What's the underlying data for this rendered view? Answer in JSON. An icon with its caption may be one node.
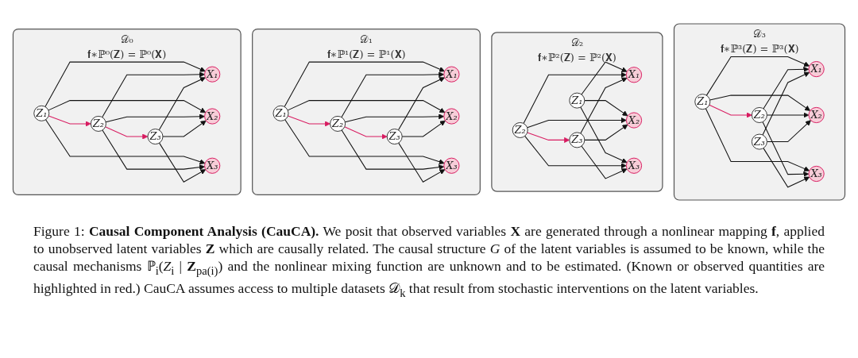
{
  "diagram": {
    "caption": "Figure 1: **Causal Component Analysis (CauCA).** We posit that observed variables **X** are generated through a nonlinear mapping **f**, applied to unobserved latent variables **Z** which are causally related. The causal structure *G* of the latent variables is assumed to be known, while the causal mechanisms ℙ$_{i}$(*Z*$_{i}$ | **Z**$_{pa(i)}$) and the nonlinear mixing function are unknown and to be estimated. (Known or observed quantities are highlighted in red.) CauCA assumes access to multiple datasets 𝒟$_{k}$ that result from stochastic interventions on the latent variables.",
    "nodes": [
      {
        "text": [
          "𝒟₀",
          "𝐟∗ℙ⁰(𝐙) = ℙ⁰(𝐗)"
        ]
      },
      {
        "text": [
          "Z₁"
        ],
        "in": 0
      },
      {
        "text": [
          "Z₂"
        ],
        "in": 0
      },
      {
        "text": [
          "Z₃"
        ],
        "in": 0
      },
      {
        "text": [
          "X₁"
        ],
        "in": 0
      },
      {
        "text": [
          "X₂"
        ],
        "in": 0
      },
      {
        "text": [
          "X₃"
        ],
        "in": 0
      },
      {
        "text": [
          "𝒟₁",
          "𝐟∗ℙ¹(𝐙) = ℙ¹(𝐗)"
        ]
      },
      {
        "text": [
          "Z₁"
        ],
        "in": 7
      },
      {
        "text": [
          "Z₂"
        ],
        "in": 7
      },
      {
        "text": [
          "Z₃"
        ],
        "in": 7
      },
      {
        "text": [
          "X₁"
        ],
        "in": 7
      },
      {
        "text": [
          "X₂"
        ],
        "in": 7
      },
      {
        "text": [
          "X₃"
        ],
        "in": 7
      },
      {
        "text": [
          "𝒟₂",
          "𝐟∗ℙ²(𝐙) = ℙ²(𝐗)"
        ]
      },
      {
        "text": [
          "Z₁"
        ],
        "in": 14
      },
      {
        "text": [
          "Z₂"
        ],
        "in": 14
      },
      {
        "text": [
          "Z₃"
        ],
        "in": 14
      },
      {
        "text": [
          "X₁"
        ],
        "in": 14
      },
      {
        "text": [
          "X₂"
        ],
        "in": 14
      },
      {
        "text": [
          "X₃"
        ],
        "in": 14
      },
      {
        "text": [
          "𝒟₃",
          "𝐟∗ℙ³(𝐙) = ℙ³(𝐗)"
        ]
      },
      {
        "text": [
          "Z₁"
        ],
        "in": 21
      },
      {
        "text": [
          "Z₂"
        ],
        "in": 21
      },
      {
        "text": [
          "Z₃"
        ],
        "in": 21
      },
      {
        "text": [
          "X₁"
        ],
        "in": 21
      },
      {
        "text": [
          "X₂"
        ],
        "in": 21
      },
      {
        "text": [
          "X₃"
        ],
        "in": 21
      }
    ],
    "edges": [
      {
        "from": 1,
        "to": 2,
        "arrow": "to",
        "color": "#d81b60"
      },
      {
        "from": 2,
        "to": 3,
        "arrow": "to",
        "color": "#d81b60"
      },
      {
        "from": 1,
        "to": 4,
        "arrow": "to"
      },
      {
        "from": 1,
        "to": 5,
        "arrow": "to"
      },
      {
        "from": 1,
        "to": 6,
        "arrow": "to"
      },
      {
        "from": 2,
        "to": 4,
        "arrow": "to"
      },
      {
        "from": 2,
        "to": 5,
        "arrow": "to"
      },
      {
        "from": 2,
        "to": 6,
        "arrow": "to"
      },
      {
        "from": 3,
        "to": 4,
        "arrow": "to"
      },
      {
        "from": 3,
        "to": 5,
        "arrow": "to"
      },
      {
        "from": 3,
        "to": 6,
        "arrow": "to"
      },
      {
        "from": 8,
        "to": 9,
        "arrow": "to",
        "color": "#d81b60"
      },
      {
        "from": 9,
        "to": 10,
        "arrow": "to",
        "color": "#d81b60"
      },
      {
        "from": 8,
        "to": 11,
        "arrow": "to"
      },
      {
        "from": 8,
        "to": 12,
        "arrow": "to"
      },
      {
        "from": 8,
        "to": 13,
        "arrow": "to"
      },
      {
        "from": 9,
        "to": 11,
        "arrow": "to"
      },
      {
        "from": 9,
        "to": 12,
        "arrow": "to"
      },
      {
        "from": 9,
        "to": 13,
        "arrow": "to"
      },
      {
        "from": 10,
        "to": 11,
        "arrow": "to"
      },
      {
        "from": 10,
        "to": 12,
        "arrow": "to"
      },
      {
        "from": 10,
        "to": 13,
        "arrow": "to"
      },
      {
        "from": 16,
        "to": 17,
        "arrow": "to",
        "color": "#d81b60"
      },
      {
        "from": 15,
        "to": 18,
        "arrow": "to"
      },
      {
        "from": 15,
        "to": 19,
        "arrow": "to"
      },
      {
        "from": 15,
        "to": 20,
        "arrow": "to"
      },
      {
        "from": 16,
        "to": 18,
        "arrow": "to"
      },
      {
        "from": 16,
        "to": 19,
        "arrow": "to"
      },
      {
        "from": 16,
        "to": 20,
        "arrow": "to"
      },
      {
        "from": 17,
        "to": 18,
        "arrow": "to"
      },
      {
        "from": 17,
        "to": 19,
        "arrow": "to"
      },
      {
        "from": 17,
        "to": 20,
        "arrow": "to"
      },
      {
        "from": 22,
        "to": 23,
        "arrow": "to",
        "color": "#d81b60"
      },
      {
        "from": 22,
        "to": 25,
        "arrow": "to"
      },
      {
        "from": 22,
        "to": 26,
        "arrow": "to"
      },
      {
        "from": 22,
        "to": 27,
        "arrow": "to"
      },
      {
        "from": 23,
        "to": 25,
        "arrow": "to"
      },
      {
        "from": 23,
        "to": 26,
        "arrow": "to"
      },
      {
        "from": 23,
        "to": 27,
        "arrow": "to"
      },
      {
        "from": 24,
        "to": 25,
        "arrow": "to"
      },
      {
        "from": 24,
        "to": 26,
        "arrow": "to"
      },
      {
        "from": 24,
        "to": 27,
        "arrow": "to"
      }
    ]
  }
}
